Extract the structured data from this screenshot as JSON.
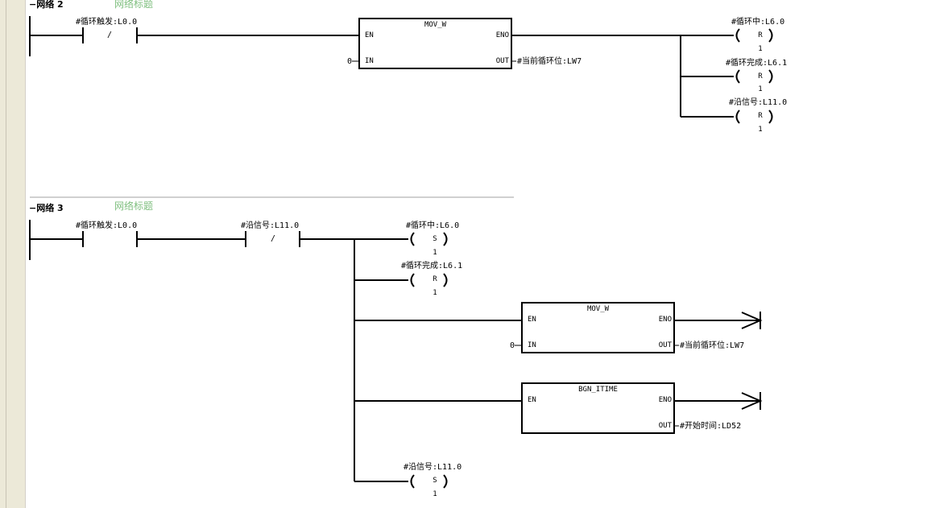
{
  "network2": {
    "toggle": "−",
    "label": "网络 2",
    "title": "网络标题",
    "contact_nc": {
      "addr": "#循环触发:L0.0",
      "sym": "/"
    },
    "mov_w": {
      "name": "MOV_W",
      "en": "EN",
      "eno": "ENO",
      "in": "IN",
      "out": "OUT",
      "in_val": "0",
      "out_val": "#当前循环位:LW7"
    },
    "coils": [
      {
        "addr": "#循环中:L6.0",
        "op": "R",
        "n": "1"
      },
      {
        "addr": "#循环完成:L6.1",
        "op": "R",
        "n": "1"
      },
      {
        "addr": "#沿信号:L11.0",
        "op": "R",
        "n": "1"
      }
    ]
  },
  "network3": {
    "toggle": "−",
    "label": "网络 3",
    "title": "网络标题",
    "contact_no": {
      "addr": "#循环触发:L0.0"
    },
    "contact_nc": {
      "addr": "#沿信号:L11.0",
      "sym": "/"
    },
    "coils": [
      {
        "addr": "#循环中:L6.0",
        "op": "S",
        "n": "1"
      },
      {
        "addr": "#循环完成:L6.1",
        "op": "R",
        "n": "1"
      },
      {
        "addr": "#沿信号:L11.0",
        "op": "S",
        "n": "1"
      }
    ],
    "mov_w": {
      "name": "MOV_W",
      "en": "EN",
      "eno": "ENO",
      "in": "IN",
      "out": "OUT",
      "in_val": "0",
      "out_val": "#当前循环位:LW7"
    },
    "bgn_itime": {
      "name": "BGN_ITIME",
      "en": "EN",
      "eno": "ENO",
      "out": "OUT",
      "out_val": "#开始时间:LD52"
    }
  }
}
